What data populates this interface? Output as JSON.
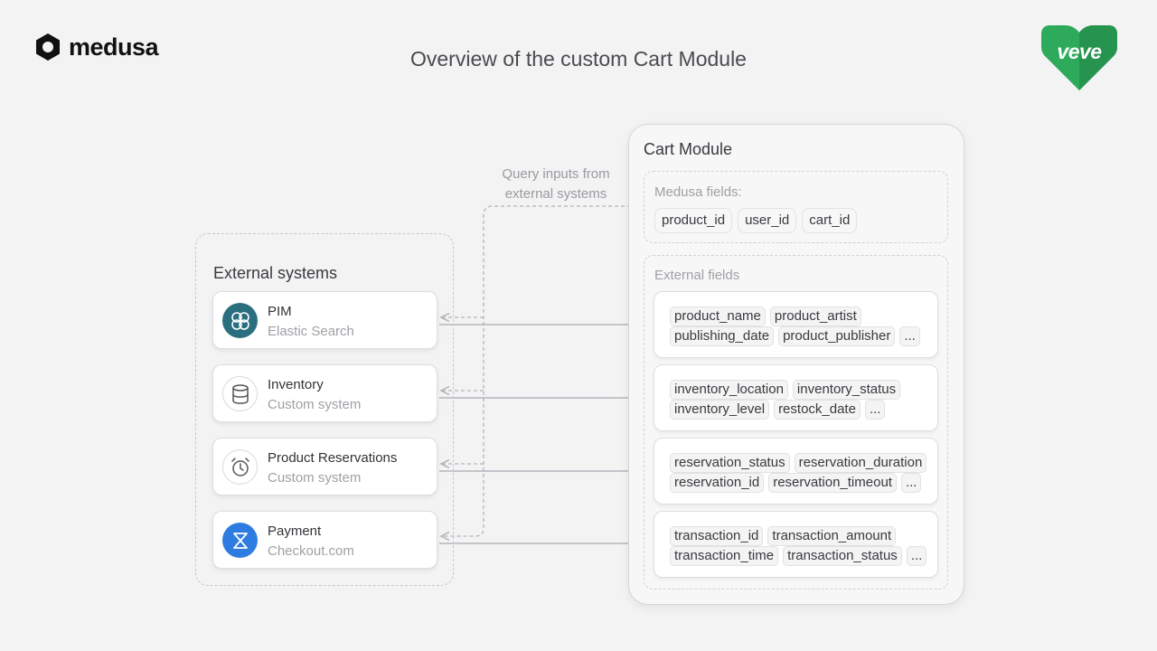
{
  "header": {
    "brand": "medusa",
    "title": "Overview of the custom Cart Module",
    "partner_logo": "veve"
  },
  "colors": {
    "background": "#f3f3f4",
    "veve_green": "#2daa5b",
    "pim_teal": "#2a6f7f",
    "checkout_blue": "#2f7ce0",
    "connector_gray": "#a9a9b0"
  },
  "external_systems": {
    "title": "External systems",
    "items": [
      {
        "name": "PIM",
        "sub": "Elastic Search",
        "icon": "elastic-search-icon"
      },
      {
        "name": "Inventory",
        "sub": "Custom system",
        "icon": "database-icon"
      },
      {
        "name": "Product Reservations",
        "sub": "Custom system",
        "icon": "alarm-clock-icon"
      },
      {
        "name": "Payment",
        "sub": "Checkout.com",
        "icon": "checkout-icon"
      }
    ]
  },
  "query_label": {
    "line1": "Query inputs from",
    "line2": "external systems"
  },
  "cart_module": {
    "title": "Cart Module",
    "medusa_fields": {
      "label": "Medusa fields:",
      "chips": [
        "product_id",
        "user_id",
        "cart_id"
      ]
    },
    "external_fields": {
      "label": "External fields",
      "groups": [
        {
          "row1": [
            "product_name",
            "product_artist"
          ],
          "row2": [
            "publishing_date",
            "product_publisher",
            "..."
          ]
        },
        {
          "row1": [
            "inventory_location",
            "inventory_status"
          ],
          "row2": [
            "inventory_level",
            "restock_date",
            "..."
          ]
        },
        {
          "row1": [
            "reservation_status",
            "reservation_duration"
          ],
          "row2": [
            "reservation_id",
            "reservation_timeout",
            "..."
          ]
        },
        {
          "row1": [
            "transaction_id",
            "transaction_amount"
          ],
          "row2": [
            "transaction_time",
            "transaction_status",
            "..."
          ]
        }
      ]
    }
  }
}
